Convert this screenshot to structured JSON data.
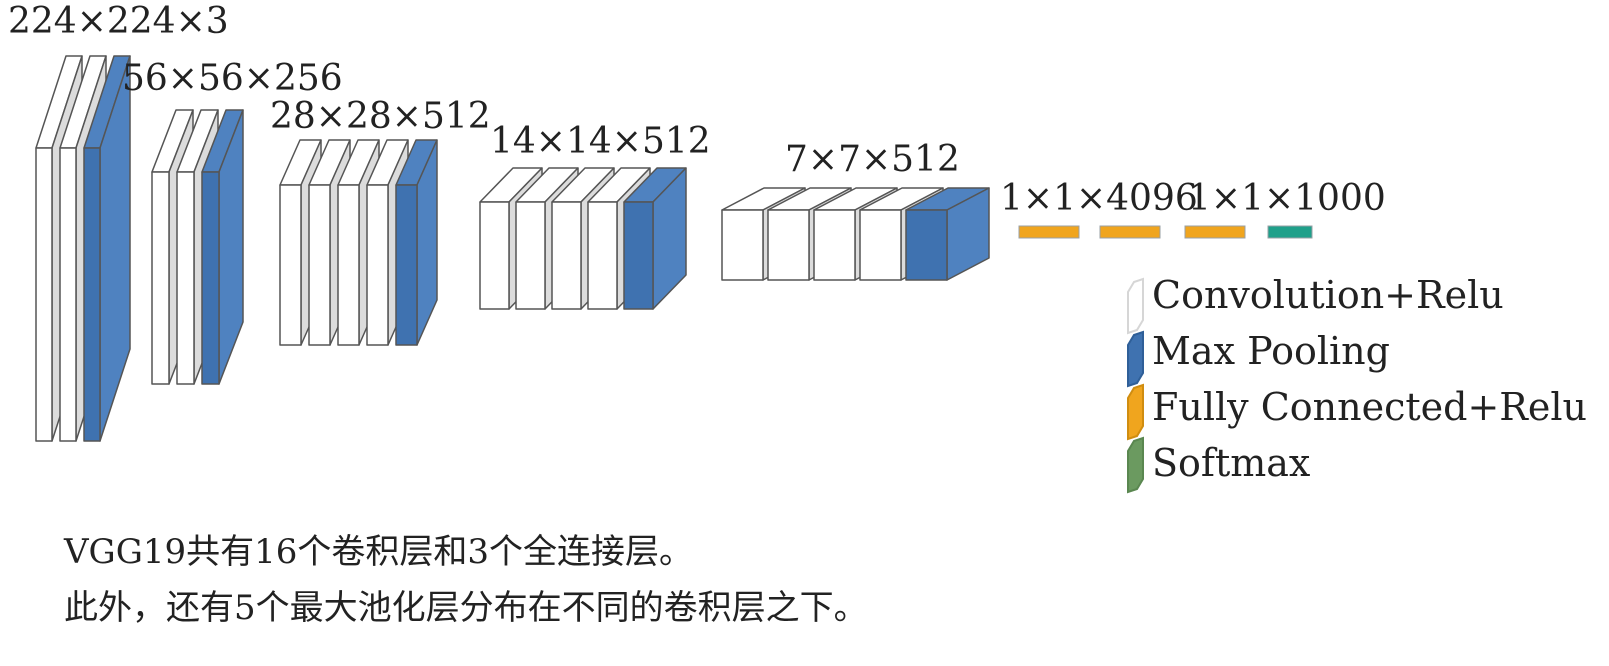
{
  "diagram": {
    "dimension_labels": [
      "224×224×3",
      "56×56×256",
      "28×28×512",
      "14×14×512",
      "7×7×512",
      "1×1×4096",
      "1×1×1000"
    ],
    "legend": [
      {
        "label": "Convolution+Relu",
        "color": "#ffffff",
        "edge": "#d6d6d6"
      },
      {
        "label": "Max Pooling",
        "color": "#3f72b0",
        "edge": "#2f5f98"
      },
      {
        "label": "Fully Connected+Relu",
        "color": "#f0a51e",
        "edge": "#d08d10"
      },
      {
        "label": "Softmax",
        "color": "#6b9a60",
        "edge": "#5a8750"
      }
    ],
    "colors": {
      "conv_face": "#ffffff",
      "conv_side": "#dcdcdc",
      "pool_face": "#3f72b0",
      "pool_side": "#4f82c0",
      "fc": "#f0a51e",
      "softmax": "#1fa08a",
      "outline": "#555555"
    }
  },
  "caption": {
    "line1": "VGG19共有16个卷积层和3个全连接层。",
    "line2": "此外，还有5个最大池化层分布在不同的卷积层之下。"
  }
}
